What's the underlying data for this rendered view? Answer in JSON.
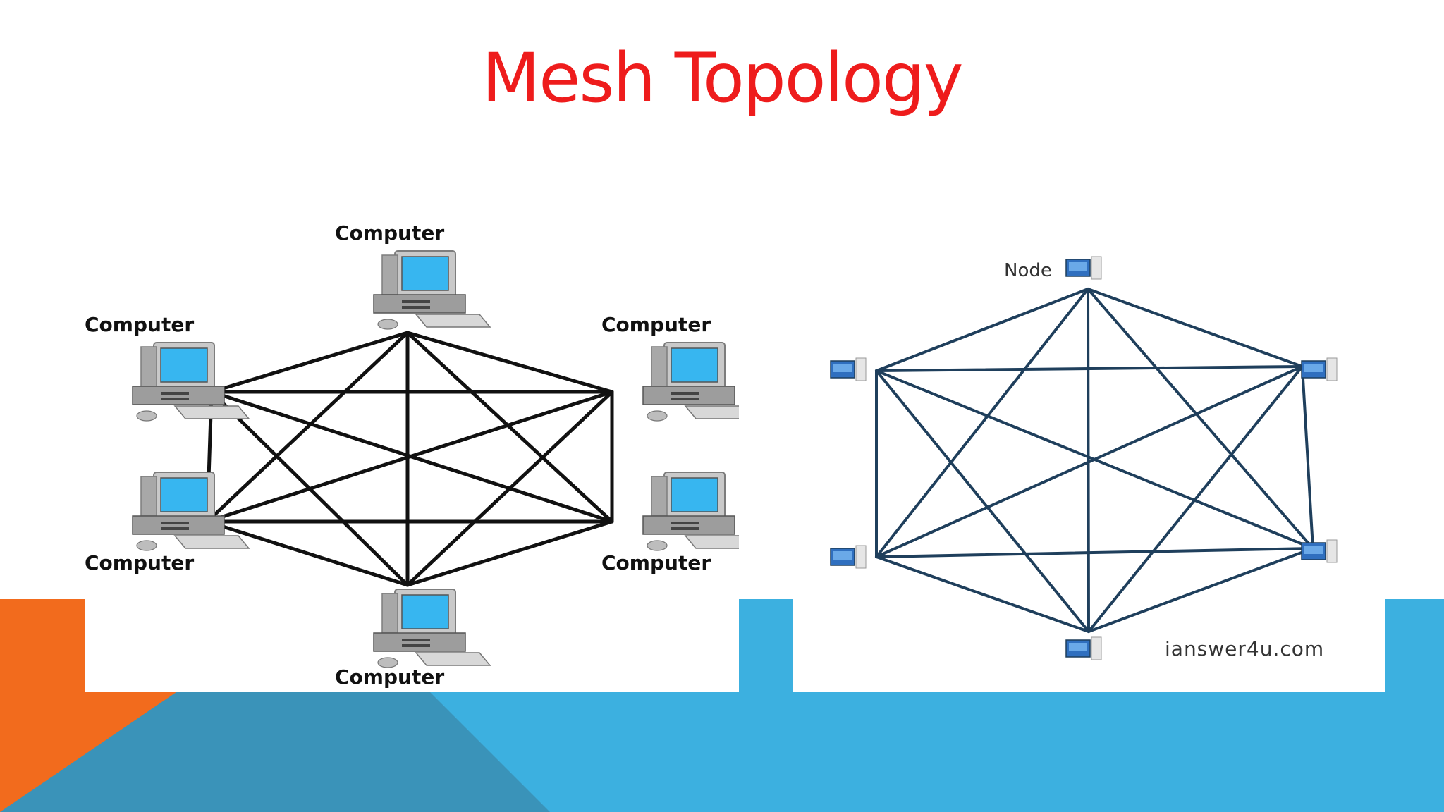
{
  "title": "Mesh Topology",
  "left_diagram": {
    "computer_label": "Computer",
    "labels": [
      "Computer",
      "Computer",
      "Computer",
      "Computer",
      "Computer",
      "Computer"
    ]
  },
  "right_diagram": {
    "node_label": "Node",
    "watermark": "ianswer4u.com"
  },
  "colors": {
    "title": "#ee1c1c",
    "accent_blue": "#3cb0e0",
    "accent_dark_blue": "#3a93b9",
    "accent_orange": "#f26b1d",
    "line_left": "#111111",
    "line_right": "#1f3f5c"
  },
  "icons": [
    "desktop-computer-icon",
    "node-monitor-icon"
  ]
}
